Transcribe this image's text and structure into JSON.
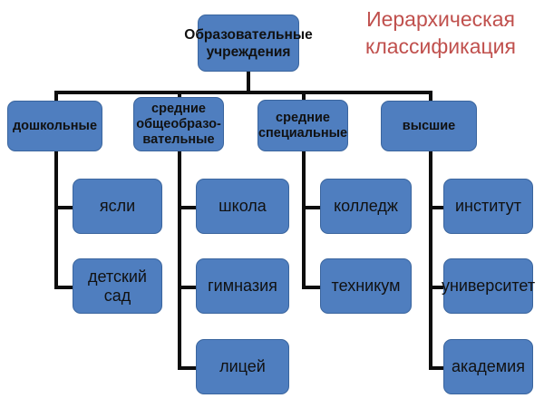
{
  "title": {
    "text": "Иерархическая\nклассификация",
    "color": "#C0504D"
  },
  "theme": {
    "node_fill": "#4F7EBF",
    "node_border": "#3A659E",
    "connector_color": "#0D0D0D",
    "text_color": "#111111",
    "background": "#FFFFFF"
  },
  "diagram": {
    "type": "hierarchy-tree",
    "root": {
      "id": "root",
      "label": "Образовательные\nучреждения"
    },
    "level1": [
      {
        "id": "preschool",
        "label": "дошкольные"
      },
      {
        "id": "general-secondary",
        "label": "средние\nобщеобразо-\nвательные"
      },
      {
        "id": "specialized-secondary",
        "label": "средние\nспециальные"
      },
      {
        "id": "higher",
        "label": "высшие"
      }
    ],
    "leaves": {
      "preschool": [
        {
          "id": "nursery",
          "label": "ясли"
        },
        {
          "id": "kindergarten",
          "label": "детский\nсад"
        }
      ],
      "general-secondary": [
        {
          "id": "school",
          "label": "школа"
        },
        {
          "id": "gymnasium",
          "label": "гимназия"
        },
        {
          "id": "lyceum",
          "label": "лицей"
        }
      ],
      "specialized-secondary": [
        {
          "id": "college",
          "label": "колледж"
        },
        {
          "id": "technical-school",
          "label": "техникум"
        }
      ],
      "higher": [
        {
          "id": "institute",
          "label": "институт"
        },
        {
          "id": "university",
          "label": "университет"
        },
        {
          "id": "academy",
          "label": "академия"
        }
      ]
    }
  }
}
